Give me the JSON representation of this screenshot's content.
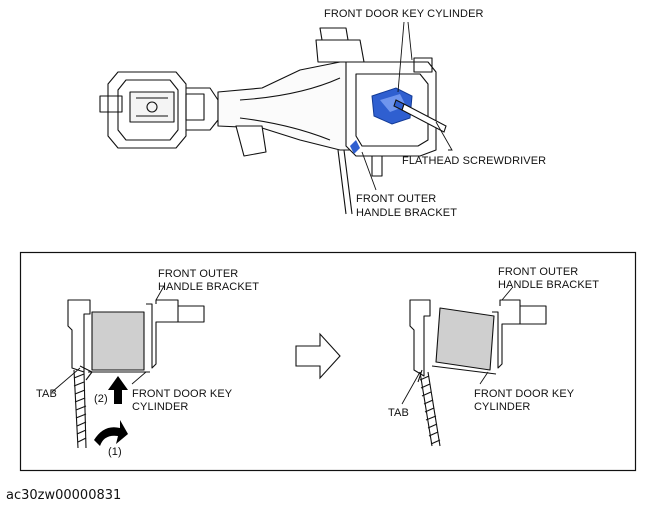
{
  "top_view": {
    "labels": {
      "key_cylinder": "FRONT DOOR KEY CYLINDER",
      "screwdriver": "FLATHEAD SCREWDRIVER",
      "bracket_line1": "FRONT OUTER",
      "bracket_line2": "HANDLE BRACKET"
    }
  },
  "detail_panel": {
    "left": {
      "bracket_line1": "FRONT OUTER",
      "bracket_line2": "HANDLE BRACKET",
      "tab": "TAB",
      "cylinder_line1": "FRONT DOOR KEY",
      "cylinder_line2": "CYLINDER",
      "step_1": "(1)",
      "step_2": "(2)"
    },
    "right": {
      "bracket_line1": "FRONT OUTER",
      "bracket_line2": "HANDLE BRACKET",
      "tab": "TAB",
      "cylinder_line1": "FRONT DOOR KEY",
      "cylinder_line2": "CYLINDER"
    }
  },
  "figure_id": "ac30zw00000831",
  "colors": {
    "highlight_blue": "#2f5fd0",
    "cylinder_gray": "#cfcfcf",
    "line": "#111111"
  }
}
